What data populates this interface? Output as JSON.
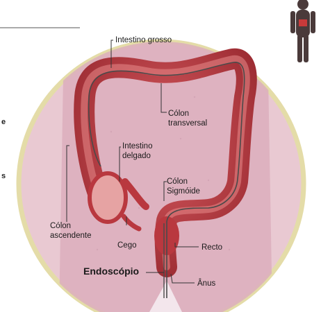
{
  "labels": {
    "intestino_grosso": "Intestino grosso",
    "colon_transversal": [
      "Cólon",
      "transversal"
    ],
    "intestino_delgado": [
      "Intestino",
      "delgado"
    ],
    "colon_sigmoide": [
      "Cólon",
      "Sigmóide"
    ],
    "colon_ascendente": [
      "Cólon",
      "ascendente"
    ],
    "cego": "Cego",
    "recto": "Recto",
    "endoscopio": "Endoscópio",
    "anus": "Ânus"
  },
  "side_fragments": [
    "e",
    "s"
  ],
  "icons": {
    "body_silhouette": "human-figure-icon"
  },
  "colors": {
    "circle_border": "#e4dca8",
    "circle_fill": "#e9c9d2",
    "torso": "#d9a9b8",
    "colon": "#b9383f",
    "colon_highlight": "#e88a8a",
    "scope": "#555555",
    "leader": "#333333"
  }
}
